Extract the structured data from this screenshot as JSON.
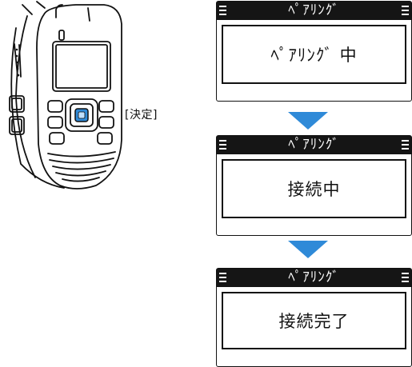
{
  "device": {
    "callout_label": "[決定]"
  },
  "screens": [
    {
      "title": "ﾍﾟｱﾘﾝｸﾞ",
      "message": "ﾍﾟｱﾘﾝｸﾞ 中"
    },
    {
      "title": "ﾍﾟｱﾘﾝｸﾞ",
      "message": "接続中"
    },
    {
      "title": "ﾍﾟｱﾘﾝｸﾞ",
      "message": "接続完了"
    }
  ],
  "colors": {
    "screen_bar": "#151515",
    "arrow": "#2f8ad8",
    "outline": "#111111",
    "enter_button": "#2f8ad8"
  }
}
